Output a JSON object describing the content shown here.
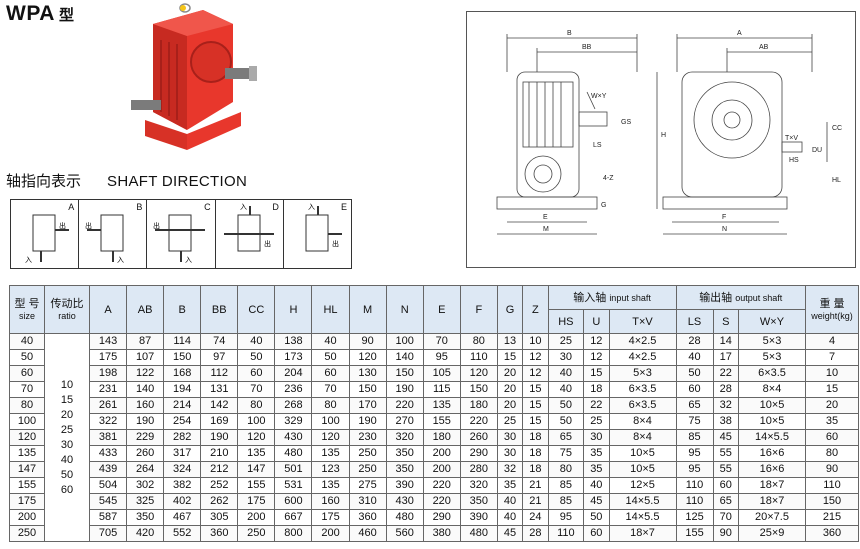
{
  "title": {
    "model": "WPA",
    "suffix": "型"
  },
  "shaft_direction": {
    "cn": "轴指向表示",
    "en": "SHAFT  DIRECTION",
    "variants": [
      "A",
      "B",
      "C",
      "D",
      "E"
    ],
    "side_labels": {
      "in": "入",
      "out": "出"
    }
  },
  "drawing_labels": {
    "left": [
      "B",
      "BB",
      "W×Y",
      "GS",
      "LS",
      "4-Z",
      "E",
      "M",
      "G",
      "H"
    ],
    "right": [
      "A",
      "AB",
      "T×V",
      "HS",
      "CC",
      "HL",
      "F",
      "N",
      "DU"
    ]
  },
  "table": {
    "headers": {
      "size_cn": "型 号",
      "size_en": "size",
      "ratio_cn": "传动比",
      "ratio_en": "ratio",
      "A": "A",
      "AB": "AB",
      "B": "B",
      "BB": "BB",
      "CC": "CC",
      "H": "H",
      "HL": "HL",
      "M": "M",
      "N": "N",
      "E": "E",
      "F": "F",
      "G": "G",
      "Z": "Z",
      "input_cn": "输入轴",
      "input_en": "input  shaft",
      "output_cn": "输出轴",
      "output_en": "output  shaft",
      "weight_cn": "重 量",
      "weight_en": "weight(kg)",
      "HS": "HS",
      "U": "U",
      "TxV": "T×V",
      "LS": "LS",
      "S": "S",
      "WxY": "W×Y"
    },
    "ratios": [
      "10",
      "15",
      "20",
      "25",
      "30",
      "40",
      "50",
      "60"
    ],
    "rows": [
      [
        "40",
        "143",
        "87",
        "114",
        "74",
        "40",
        "138",
        "40",
        "90",
        "100",
        "70",
        "80",
        "13",
        "10",
        "25",
        "12",
        "4×2.5",
        "28",
        "14",
        "5×3",
        "4"
      ],
      [
        "50",
        "175",
        "107",
        "150",
        "97",
        "50",
        "173",
        "50",
        "120",
        "140",
        "95",
        "110",
        "15",
        "12",
        "30",
        "12",
        "4×2.5",
        "40",
        "17",
        "5×3",
        "7"
      ],
      [
        "60",
        "198",
        "122",
        "168",
        "112",
        "60",
        "204",
        "60",
        "130",
        "150",
        "105",
        "120",
        "20",
        "12",
        "40",
        "15",
        "5×3",
        "50",
        "22",
        "6×3.5",
        "10"
      ],
      [
        "70",
        "231",
        "140",
        "194",
        "131",
        "70",
        "236",
        "70",
        "150",
        "190",
        "115",
        "150",
        "20",
        "15",
        "40",
        "18",
        "6×3.5",
        "60",
        "28",
        "8×4",
        "15"
      ],
      [
        "80",
        "261",
        "160",
        "214",
        "142",
        "80",
        "268",
        "80",
        "170",
        "220",
        "135",
        "180",
        "20",
        "15",
        "50",
        "22",
        "6×3.5",
        "65",
        "32",
        "10×5",
        "20"
      ],
      [
        "100",
        "322",
        "190",
        "254",
        "169",
        "100",
        "329",
        "100",
        "190",
        "270",
        "155",
        "220",
        "25",
        "15",
        "50",
        "25",
        "8×4",
        "75",
        "38",
        "10×5",
        "35"
      ],
      [
        "120",
        "381",
        "229",
        "282",
        "190",
        "120",
        "430",
        "120",
        "230",
        "320",
        "180",
        "260",
        "30",
        "18",
        "65",
        "30",
        "8×4",
        "85",
        "45",
        "14×5.5",
        "60"
      ],
      [
        "135",
        "433",
        "260",
        "317",
        "210",
        "135",
        "480",
        "135",
        "250",
        "350",
        "200",
        "290",
        "30",
        "18",
        "75",
        "35",
        "10×5",
        "95",
        "55",
        "16×6",
        "80"
      ],
      [
        "147",
        "439",
        "264",
        "324",
        "212",
        "147",
        "501",
        "123",
        "250",
        "350",
        "200",
        "280",
        "32",
        "18",
        "80",
        "35",
        "10×5",
        "95",
        "55",
        "16×6",
        "90"
      ],
      [
        "155",
        "504",
        "302",
        "382",
        "252",
        "155",
        "531",
        "135",
        "275",
        "390",
        "220",
        "320",
        "35",
        "21",
        "85",
        "40",
        "12×5",
        "110",
        "60",
        "18×7",
        "110"
      ],
      [
        "175",
        "545",
        "325",
        "402",
        "262",
        "175",
        "600",
        "160",
        "310",
        "430",
        "220",
        "350",
        "40",
        "21",
        "85",
        "45",
        "14×5.5",
        "110",
        "65",
        "18×7",
        "150"
      ],
      [
        "200",
        "587",
        "350",
        "467",
        "305",
        "200",
        "667",
        "175",
        "360",
        "480",
        "290",
        "390",
        "40",
        "24",
        "95",
        "50",
        "14×5.5",
        "125",
        "70",
        "20×7.5",
        "215"
      ],
      [
        "250",
        "705",
        "420",
        "552",
        "360",
        "250",
        "800",
        "200",
        "460",
        "560",
        "380",
        "480",
        "45",
        "28",
        "110",
        "60",
        "18×7",
        "155",
        "90",
        "25×9",
        "360"
      ]
    ]
  },
  "colors": {
    "gearbox_red": "#e8372c",
    "header_blue": "#dde8f4"
  }
}
